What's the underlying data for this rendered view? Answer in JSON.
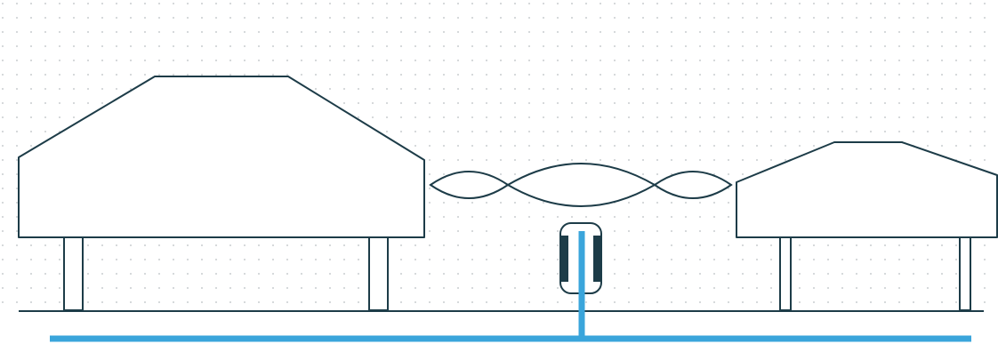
{
  "colors": {
    "background": "#ffffff",
    "dot_grid": "#c9cdd0",
    "outline": "#1d3c48",
    "accent_blue": "#3aa5db",
    "dark_fill": "#1d3c48"
  },
  "elements": {
    "left_structure": "building-outline",
    "lens_connector": "lens-shaped-link",
    "right_structure": "building-outline",
    "center_device": "capsule-device",
    "ground": "ground-line",
    "feed_line": "blue-feed-line"
  }
}
